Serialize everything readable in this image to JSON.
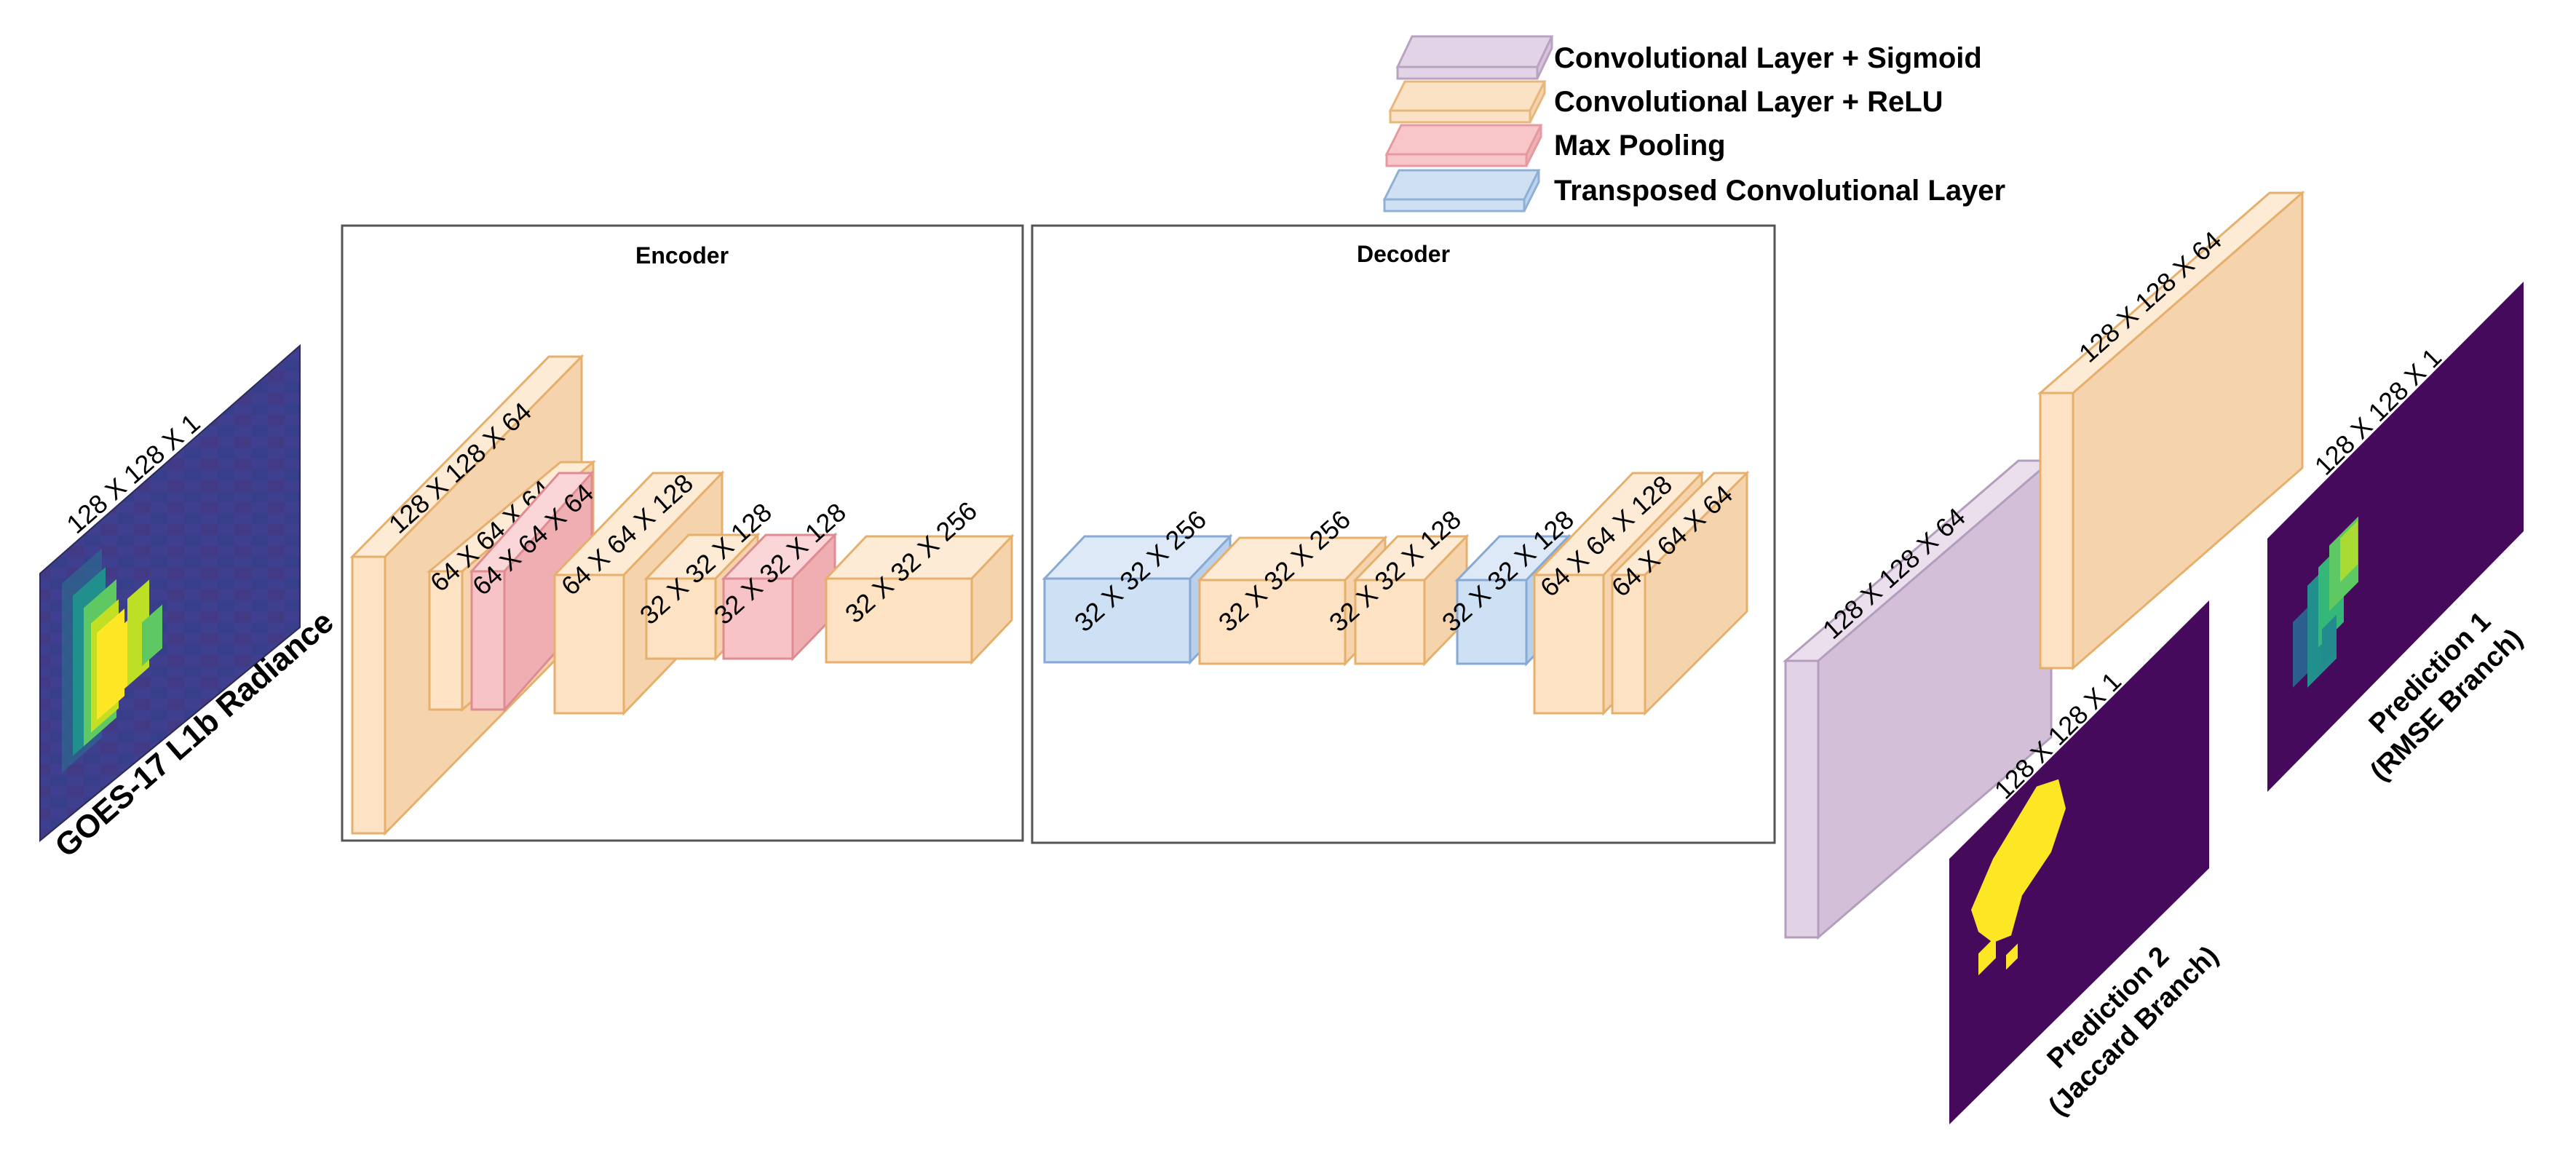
{
  "legend": {
    "items": [
      {
        "label": "Convolutional Layer + Sigmoid",
        "color": "#e3d3e6",
        "edge": "#b8a3c3"
      },
      {
        "label": "Convolutional Layer + ReLU",
        "color": "#fbe2c5",
        "edge": "#e7b77c"
      },
      {
        "label": "Max Pooling",
        "color": "#f8c6c8",
        "edge": "#e39aa0"
      },
      {
        "label": "Transposed Convolutional Layer",
        "color": "#cfe0f3",
        "edge": "#8fb0d6"
      }
    ]
  },
  "encoder": {
    "title": "Encoder",
    "layers": [
      {
        "type": "relu",
        "label": "128 X 128 X 64"
      },
      {
        "type": "relu",
        "label": "64 X 64 X 64"
      },
      {
        "type": "pool",
        "label": "64 X 64 X 64"
      },
      {
        "type": "relu",
        "label": "64 X 64 X 128"
      },
      {
        "type": "relu",
        "label": "32 X 32 X 128"
      },
      {
        "type": "pool",
        "label": "32 X 32 X 128"
      },
      {
        "type": "relu",
        "label": "32 X 32 X 256"
      }
    ]
  },
  "decoder": {
    "title": "Decoder",
    "layers": [
      {
        "type": "transposed",
        "label": "32 X 32 X 256"
      },
      {
        "type": "relu",
        "label": "32 X 32 X 256"
      },
      {
        "type": "relu",
        "label": "32 X 32 X 128"
      },
      {
        "type": "transposed",
        "label": "32 X 32 X 128"
      },
      {
        "type": "relu",
        "label": "64 X 64 X 128"
      },
      {
        "type": "relu",
        "label": "64 X 64 X 64"
      }
    ]
  },
  "input": {
    "dims": "128 X 128 X 1",
    "caption": "GOES-17 L1b Radiance"
  },
  "heads": {
    "sigmoid_layer": {
      "type": "sigmoid",
      "label": "128 X 128 X 64"
    },
    "relu_layer": {
      "type": "relu",
      "label": "128 X 128 X 64"
    }
  },
  "outputs": [
    {
      "dims": "128 X 128 X 1",
      "caption_line1": "Prediction 2",
      "caption_line2": "(Jaccard Branch)"
    },
    {
      "dims": "128 X 128 X 1",
      "caption_line1": "Prediction 1",
      "caption_line2": "(RMSE Branch)"
    }
  ],
  "colors": {
    "panel_bg": "#460a5d",
    "heat_low": "#3b3f8c",
    "heat_mid": "#21908d",
    "heat_high": "#fde725",
    "frame": "#555555"
  }
}
